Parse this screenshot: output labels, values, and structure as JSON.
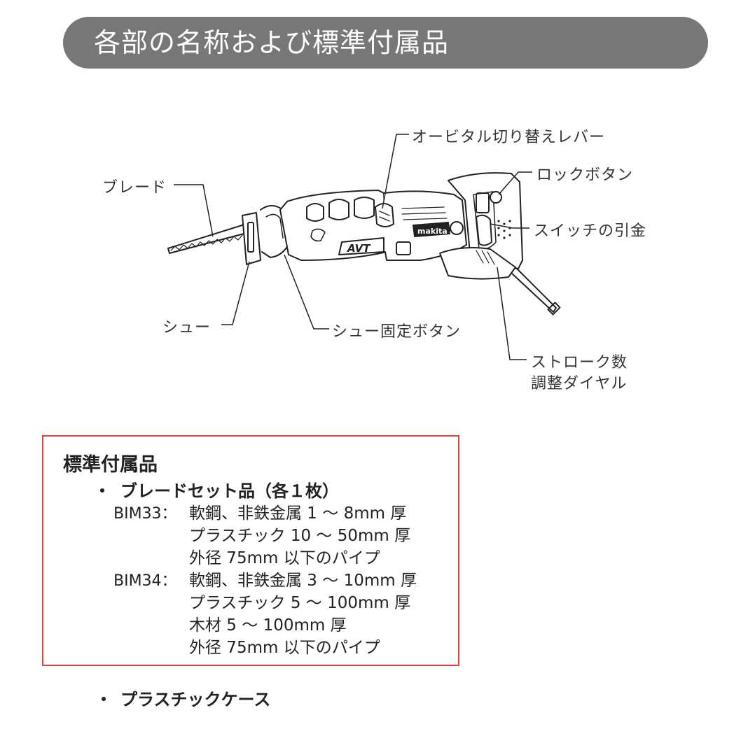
{
  "header": {
    "title": "各部の名称および標準付属品"
  },
  "diagram": {
    "callouts": {
      "orbital_lever": "オービタル切り替えレバー",
      "lock_button": "ロックボタン",
      "blade": "ブレード",
      "switch_trigger": "スイッチの引金",
      "shoe": "シュー",
      "shoe_lock_button": "シュー固定ボタン",
      "stroke_dial_line1": "ストローク数",
      "stroke_dial_line2": "調整ダイヤル"
    },
    "brand_marks": {
      "avt": "AVT",
      "makita": "makita"
    }
  },
  "accessories": {
    "title": "標準付属品",
    "bullet_mark": "・",
    "blade_set_title": "ブレードセット品（各１枚）",
    "bim33": {
      "code": "BIM33：",
      "lines": [
        "軟鋼、非鉄金属 1 ～ 8mm 厚",
        "プラスチック 10 ～ 50mm 厚",
        "外径 75mm 以下のパイプ"
      ]
    },
    "bim34": {
      "code": "BIM34：",
      "lines": [
        "軟鋼、非鉄金属 3 ～ 10mm 厚",
        "プラスチック 5 ～ 100mm 厚",
        "木材 5 ～ 100mm 厚",
        "外径 75mm 以下のパイプ"
      ]
    },
    "plastic_case": "プラスチックケース"
  },
  "colors": {
    "banner": "#777777",
    "box_border": "#e04040"
  }
}
